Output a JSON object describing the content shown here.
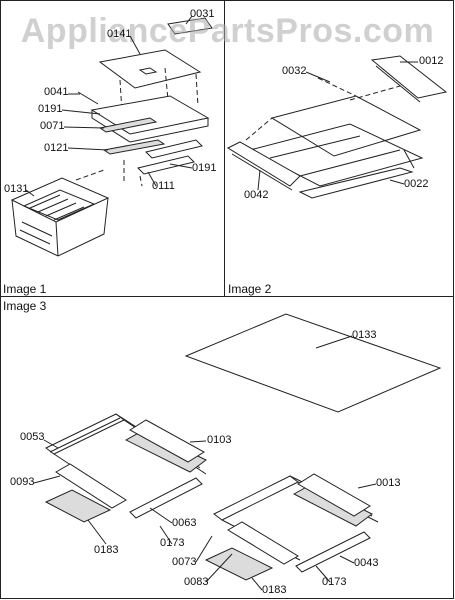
{
  "watermark": "AppliancePartsPros.com",
  "panels": {
    "image1": "Image 1",
    "image2": "Image 2",
    "image3": "Image 3"
  },
  "callouts": {
    "p0031": "0031",
    "p0141": "0141",
    "p0041": "0041",
    "p0191a": "0191",
    "p0071": "0071",
    "p0121": "0121",
    "p0191b": "0191",
    "p0111": "0111",
    "p0131": "0131",
    "p0032": "0032",
    "p0012": "0012",
    "p0042": "0042",
    "p0022": "0022",
    "p0133": "0133",
    "p0053": "0053",
    "p0103": "0103",
    "p0093": "0093",
    "p0013": "0013",
    "p0063": "0063",
    "p0173a": "0173",
    "p0073": "0073",
    "p0043": "0043",
    "p0183a": "0183",
    "p0083": "0083",
    "p0173b": "0173",
    "p0183b": "0183"
  }
}
